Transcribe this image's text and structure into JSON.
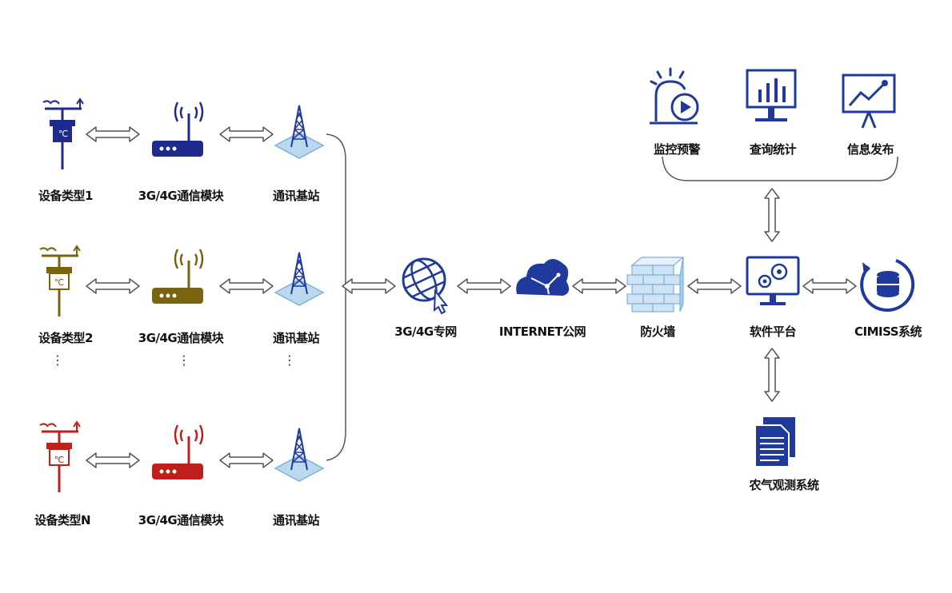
{
  "colors": {
    "row1": "#1f2b8c",
    "row2": "#7a6410",
    "row3": "#c0201b",
    "navy": "#1f3a9c",
    "light_blue": "#bcd8ef",
    "outline": "#555555"
  },
  "rows": [
    {
      "device_label": "设备类型1",
      "module_label": "3G/4G通信模块",
      "station_label": "通讯基站",
      "temp_symbol": "℃"
    },
    {
      "device_label": "设备类型2",
      "module_label": "3G/4G通信模块",
      "station_label": "通讯基站",
      "temp_symbol": "℃"
    },
    {
      "device_label": "设备类型N",
      "module_label": "3G/4G通信模块",
      "station_label": "通讯基站",
      "temp_symbol": "℃"
    }
  ],
  "network": {
    "private_net": "3G/4G专网",
    "internet": "INTERNET公网",
    "firewall": "防火墙",
    "platform": "软件平台",
    "cimiss": "CIMISS系统",
    "agri": "农气观测系统"
  },
  "top_apps": [
    {
      "label": "监控预警",
      "icon": "alarm-monitor-icon"
    },
    {
      "label": "查询统计",
      "icon": "bar-chart-monitor-icon"
    },
    {
      "label": "信息发布",
      "icon": "trend-board-icon"
    }
  ],
  "ellipsis": "⋮"
}
